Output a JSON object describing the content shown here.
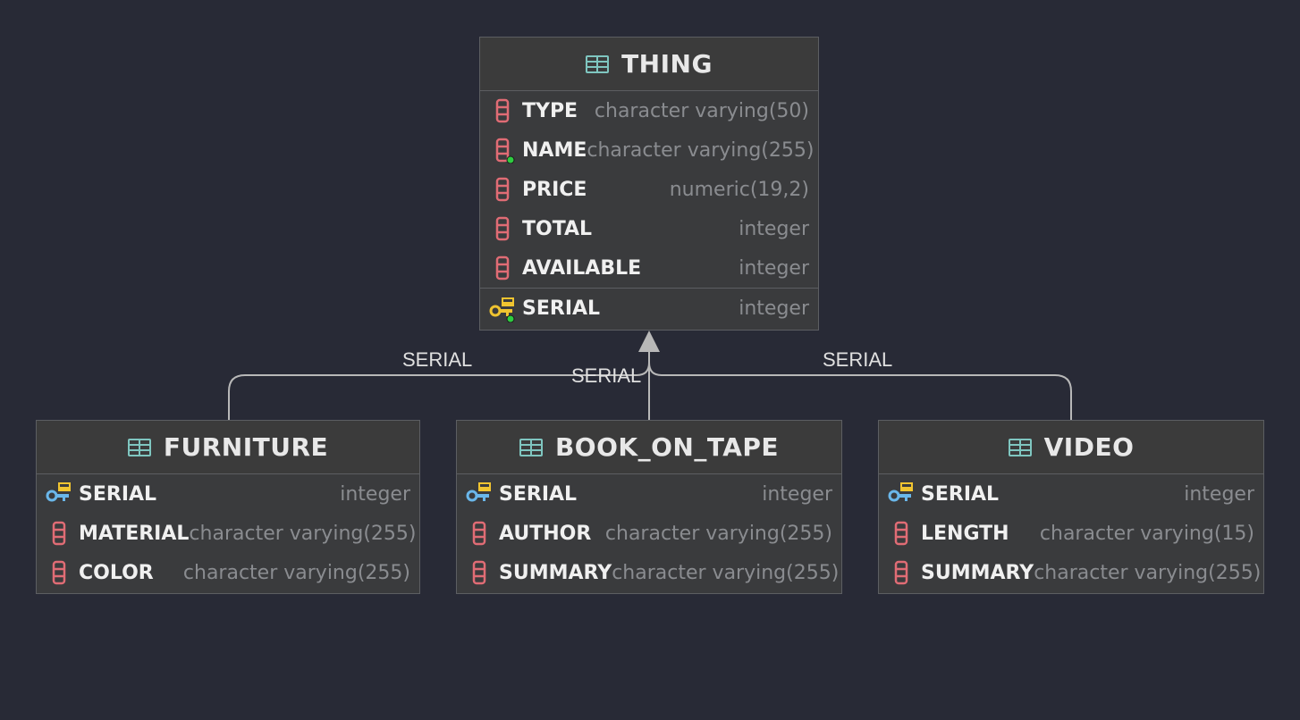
{
  "colors": {
    "background": "#282a36",
    "entity_bg": "#3a3b3d",
    "border": "#5c5e62",
    "column_icon": "#e06c75",
    "key_icon_parent": "#f0c430",
    "key_icon_child": "#6ab7ea",
    "nullable_dot": "#2ecc40",
    "table_icon": "#7fc6c0",
    "edge": "#b8b8b8"
  },
  "entities": {
    "thing": {
      "title": "THING",
      "icon": "table-icon",
      "columns": [
        {
          "name": "TYPE",
          "type": "character varying(50)",
          "icon": "column-icon"
        },
        {
          "name": "NAME",
          "type": "character varying(255)",
          "icon": "column-icon"
        },
        {
          "name": "PRICE",
          "type": "numeric(19,2)",
          "icon": "column-icon"
        },
        {
          "name": "TOTAL",
          "type": "integer",
          "icon": "column-icon"
        },
        {
          "name": "AVAILABLE",
          "type": "integer",
          "icon": "column-icon"
        }
      ],
      "key_columns": [
        {
          "name": "SERIAL",
          "type": "integer",
          "icon": "primary-key-icon"
        }
      ]
    },
    "furniture": {
      "title": "FURNITURE",
      "icon": "table-icon",
      "key_columns": [
        {
          "name": "SERIAL",
          "type": "integer",
          "icon": "primary-key-icon"
        }
      ],
      "columns": [
        {
          "name": "MATERIAL",
          "type": "character varying(255)",
          "icon": "column-icon"
        },
        {
          "name": "COLOR",
          "type": "character varying(255)",
          "icon": "column-icon"
        }
      ]
    },
    "book_on_tape": {
      "title": "BOOK_ON_TAPE",
      "icon": "table-icon",
      "key_columns": [
        {
          "name": "SERIAL",
          "type": "integer",
          "icon": "primary-key-icon"
        }
      ],
      "columns": [
        {
          "name": "AUTHOR",
          "type": "character varying(255)",
          "icon": "column-icon"
        },
        {
          "name": "SUMMARY",
          "type": "character varying(255)",
          "icon": "column-icon"
        }
      ]
    },
    "video": {
      "title": "VIDEO",
      "icon": "table-icon",
      "key_columns": [
        {
          "name": "SERIAL",
          "type": "integer",
          "icon": "primary-key-icon"
        }
      ],
      "columns": [
        {
          "name": "LENGTH",
          "type": "character varying(15)",
          "icon": "column-icon"
        },
        {
          "name": "SUMMARY",
          "type": "character varying(255)",
          "icon": "column-icon"
        }
      ]
    }
  },
  "relations": [
    {
      "from": "FURNITURE",
      "to": "THING",
      "label": "SERIAL"
    },
    {
      "from": "BOOK_ON_TAPE",
      "to": "THING",
      "label": "SERIAL"
    },
    {
      "from": "VIDEO",
      "to": "THING",
      "label": "SERIAL"
    }
  ]
}
